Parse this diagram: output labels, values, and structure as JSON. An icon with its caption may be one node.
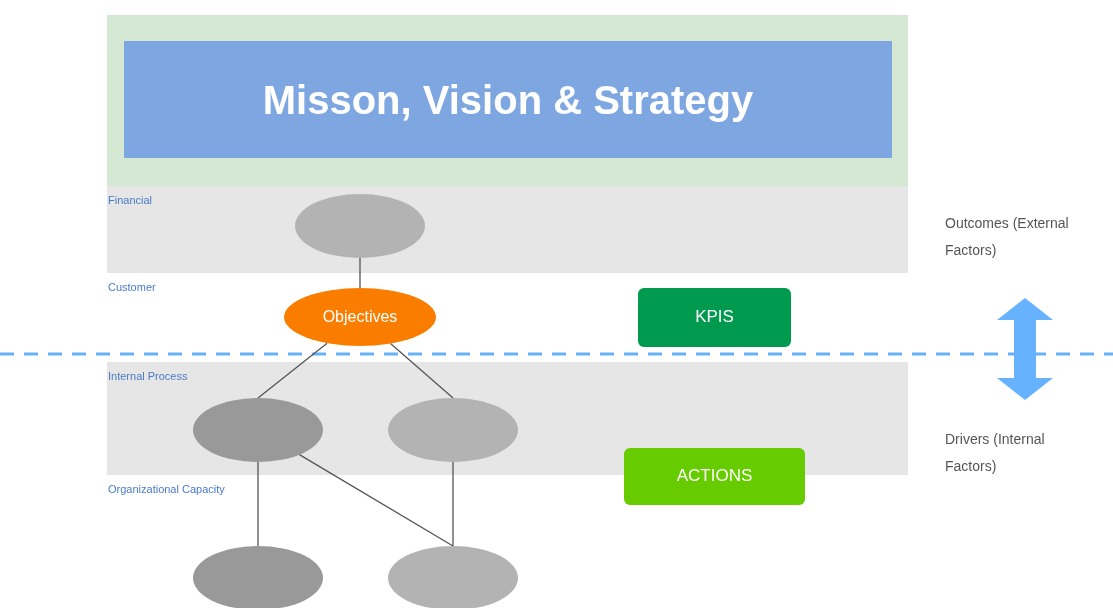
{
  "diagram": {
    "nodes": [
      {
        "text": [
          "Misson, Vision & Strategy"
        ]
      },
      {
        "text": [
          "Financial"
        ]
      },
      {
        "text": [],
        "shape": "ellipse",
        "in": 1
      },
      {
        "text": [
          "Customer"
        ]
      },
      {
        "text": [
          "Objectives"
        ],
        "in": 3
      },
      {
        "text": [
          "KPIS"
        ],
        "in": 3
      },
      {
        "text": [
          "Internal Process"
        ]
      },
      {
        "text": [],
        "shape": "ellipse",
        "in": 6
      },
      {
        "text": [],
        "shape": "ellipse",
        "in": 6
      },
      {
        "text": [
          "Organizational Capacity"
        ]
      },
      {
        "text": [],
        "shape": "ellipse",
        "in": 9
      },
      {
        "text": [],
        "shape": "ellipse",
        "in": 9
      },
      {
        "text": [
          "ACTIONS"
        ]
      },
      {
        "text": [
          "Outcomes (External Factors)"
        ]
      },
      {
        "text": [
          "Drivers (Internal Factors)"
        ]
      }
    ],
    "edges": [
      {
        "from": 2,
        "to": 4,
        "arrow": "none"
      },
      {
        "from": 4,
        "to": 7,
        "arrow": "none"
      },
      {
        "from": 4,
        "to": 8,
        "arrow": "none"
      },
      {
        "from": 7,
        "to": 10,
        "arrow": "none"
      },
      {
        "from": 7,
        "to": 11,
        "arrow": "none"
      },
      {
        "from": 8,
        "to": 11,
        "arrow": "none"
      },
      {
        "from": 13,
        "to": 14,
        "arrow": "both",
        "style": "thick",
        "color": "#66b2ff"
      }
    ]
  }
}
